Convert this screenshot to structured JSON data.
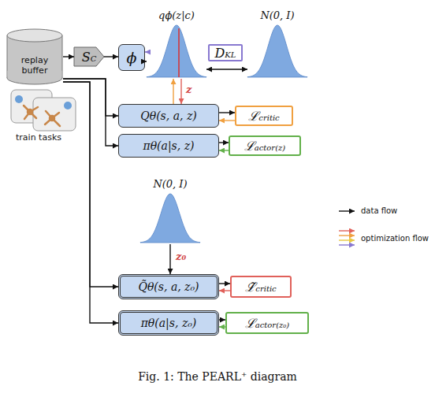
{
  "diagram": {
    "caption": "Fig. 1: The PEARL⁺ diagram",
    "nodes": [
      {
        "text": [
          "replay buffer"
        ]
      },
      {
        "text": [
          "SC"
        ]
      },
      {
        "text": [
          "ϕ"
        ]
      },
      {
        "text": [
          "qϕ(z|c)"
        ]
      },
      {
        "text": [
          "DKL"
        ]
      },
      {
        "text": [
          "N(0, I)"
        ]
      },
      {
        "text": [
          "Qθ(s, a, z)"
        ]
      },
      {
        "text": [
          "ℒcritic"
        ]
      },
      {
        "text": [
          "πθ(a|s, z)"
        ]
      },
      {
        "text": [
          "ℒactor(z)"
        ]
      },
      {
        "text": [
          "N(0, I)"
        ]
      },
      {
        "text": [
          "Q̃θ(s, a, z₀)"
        ]
      },
      {
        "text": [
          "ℒ̃critic"
        ]
      },
      {
        "text": [
          "πθ(a|s, z₀)"
        ]
      },
      {
        "text": [
          "ℒactor(z₀)"
        ]
      }
    ],
    "edges": [
      {
        "from": 0,
        "to": 1,
        "arrow": "to"
      },
      {
        "from": 1,
        "to": 2,
        "arrow": "to"
      },
      {
        "from": 2,
        "to": 3,
        "arrow": "to"
      },
      {
        "from": 3,
        "to": 2,
        "arrow": "to"
      },
      {
        "from": 3,
        "to": 5,
        "arrow": "both"
      },
      {
        "from": 3,
        "to": 6,
        "label": "z",
        "arrow": "to"
      },
      {
        "from": 6,
        "to": 3,
        "arrow": "to"
      },
      {
        "from": 6,
        "to": 7,
        "arrow": "to"
      },
      {
        "from": 7,
        "to": 6,
        "arrow": "to"
      },
      {
        "from": 8,
        "to": 9,
        "arrow": "to"
      },
      {
        "from": 9,
        "to": 8,
        "arrow": "to"
      },
      {
        "from": 0,
        "to": 6,
        "arrow": "to"
      },
      {
        "from": 0,
        "to": 8,
        "arrow": "to"
      },
      {
        "from": 10,
        "to": 11,
        "label": "z₀",
        "arrow": "to"
      },
      {
        "from": 11,
        "to": 12,
        "arrow": "to"
      },
      {
        "from": 12,
        "to": 11,
        "arrow": "to"
      },
      {
        "from": 13,
        "to": 14,
        "arrow": "to"
      },
      {
        "from": 14,
        "to": 13,
        "arrow": "to"
      },
      {
        "from": 0,
        "to": 11,
        "arrow": "to"
      },
      {
        "from": 0,
        "to": 13,
        "arrow": "to"
      }
    ],
    "labels": [
      "train tasks"
    ],
    "legend": [
      {
        "text": "data flow"
      },
      {
        "text": "optimization flow"
      }
    ]
  }
}
